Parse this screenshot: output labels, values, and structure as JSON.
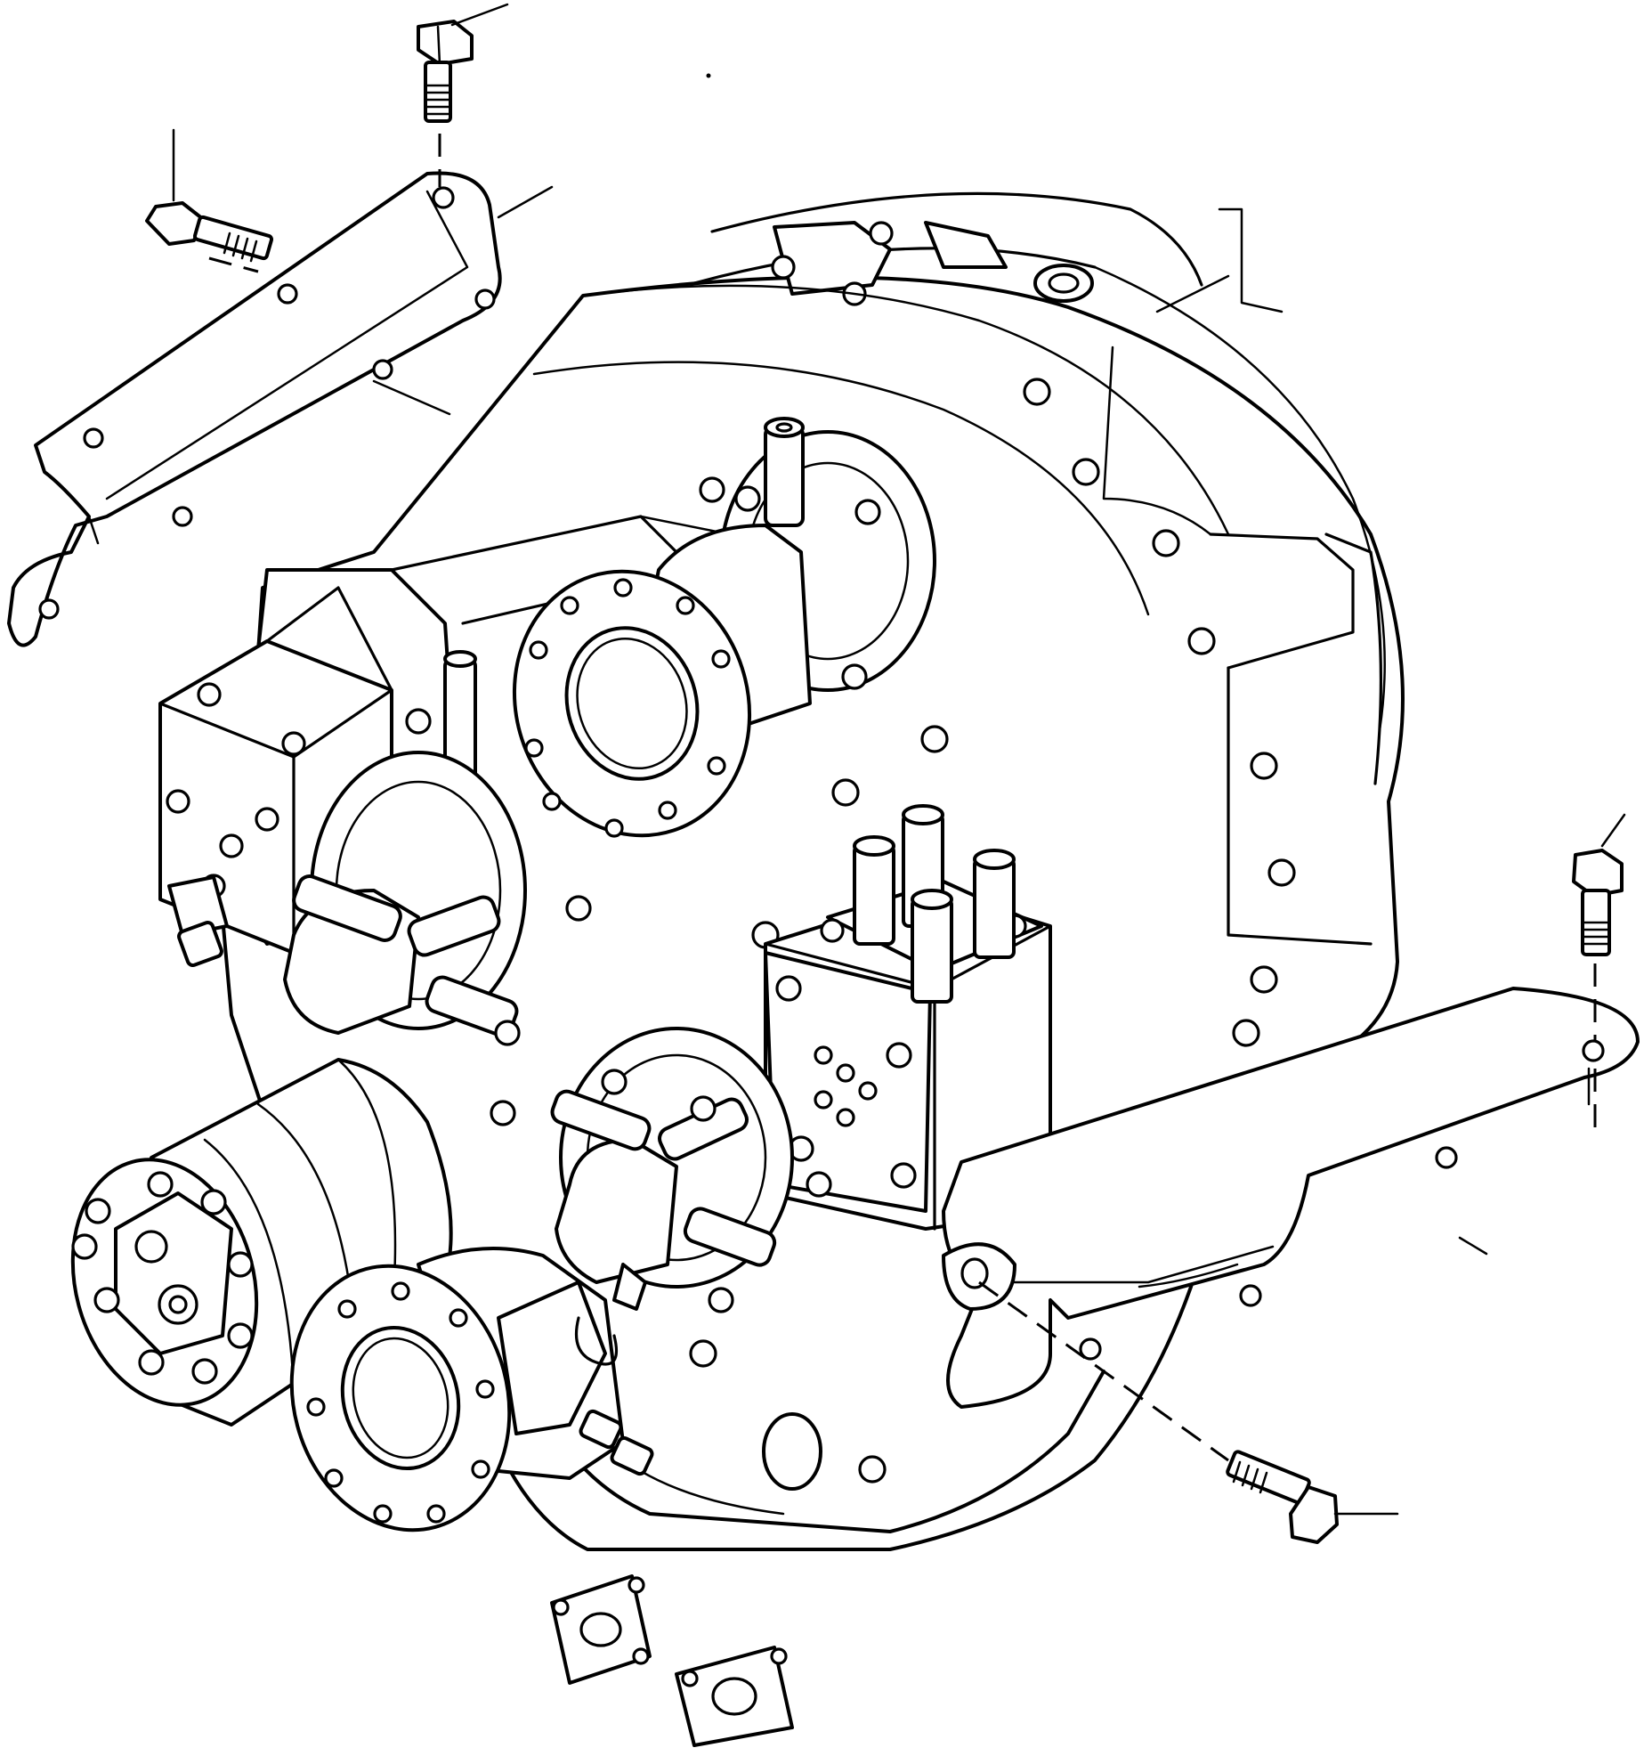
{
  "diagram": {
    "type": "exploded-parts-illustration",
    "text_labels": [],
    "callout_leaders": 9,
    "parts": [
      "transmission-housing",
      "left-mounting-bracket",
      "right-mounting-bracket",
      "cap-screw-top",
      "cap-screw-left",
      "cap-screw-right",
      "cap-screw-lower-right",
      "hydraulic-pump",
      "control-valve-block",
      "output-flange-upper",
      "output-flange-lower",
      "filter-housing"
    ],
    "colors": {
      "line": "#000000",
      "background": "#ffffff"
    }
  }
}
